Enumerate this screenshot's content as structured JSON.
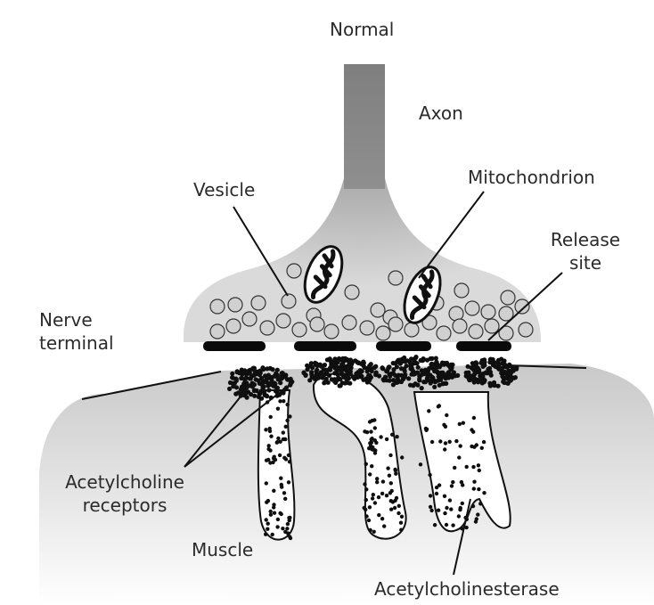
{
  "title": "Normal",
  "labels": {
    "axon": "Axon",
    "vesicle": "Vesicle",
    "mitochondrion": "Mitochondrion",
    "release_site_line1": "Release",
    "release_site_line2": "site",
    "nerve_terminal_line1": "Nerve",
    "nerve_terminal_line2": "terminal",
    "ach_receptors_line1": "Acetylcholine",
    "ach_receptors_line2": "receptors",
    "muscle": "Muscle",
    "acetylcholinesterase": "Acetylcholinesterase"
  },
  "colors": {
    "ink": "#111111",
    "axon_fill": "#8a8a8a",
    "terminal_dark": "#8c8c8c",
    "terminal_light": "#d4d4d4",
    "muscle_dark": "#c9c9c9",
    "muscle_light": "#ffffff",
    "vesicle_fill": "#cfcfcf",
    "release_site": "#0a0a0a"
  }
}
